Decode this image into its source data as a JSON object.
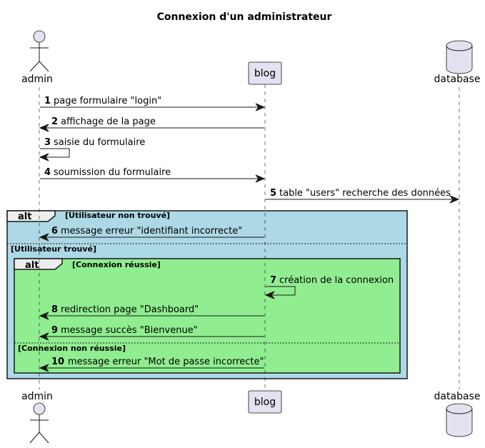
{
  "title": "Connexion d'un administrateur",
  "participants": {
    "admin": "admin",
    "blog": "blog",
    "database": "database"
  },
  "messages": [
    {
      "num": "1",
      "text": "page formulaire \"login\""
    },
    {
      "num": "2",
      "text": "affichage de la page"
    },
    {
      "num": "3",
      "text": "saisie du formulaire"
    },
    {
      "num": "4",
      "text": "soumission du formulaire"
    },
    {
      "num": "5",
      "text": "table \"users\" recherche des données"
    },
    {
      "num": "6",
      "text": "message erreur \"identifiant incorrecte\""
    },
    {
      "num": "7",
      "text": "création de la connexion"
    },
    {
      "num": "8",
      "text": "redirection page \"Dashboard\""
    },
    {
      "num": "9",
      "text": "message succès \"Bienvenue\""
    },
    {
      "num": "10",
      "text": "message erreur \"Mot de passe incorrecte\""
    }
  ],
  "fragments": {
    "outer": {
      "keyword": "alt",
      "guard1": "[Utilisateur non trouvé]",
      "guard2": "[Utilisateur trouvé]",
      "color": "#add8e6"
    },
    "inner": {
      "keyword": "alt",
      "guard1": "[Connexion réussie]",
      "guard2": "[Connexion non réussie]",
      "color": "#90ee90"
    }
  },
  "colors": {
    "participant_fill": "#e2e2f0",
    "line": "#181818"
  }
}
